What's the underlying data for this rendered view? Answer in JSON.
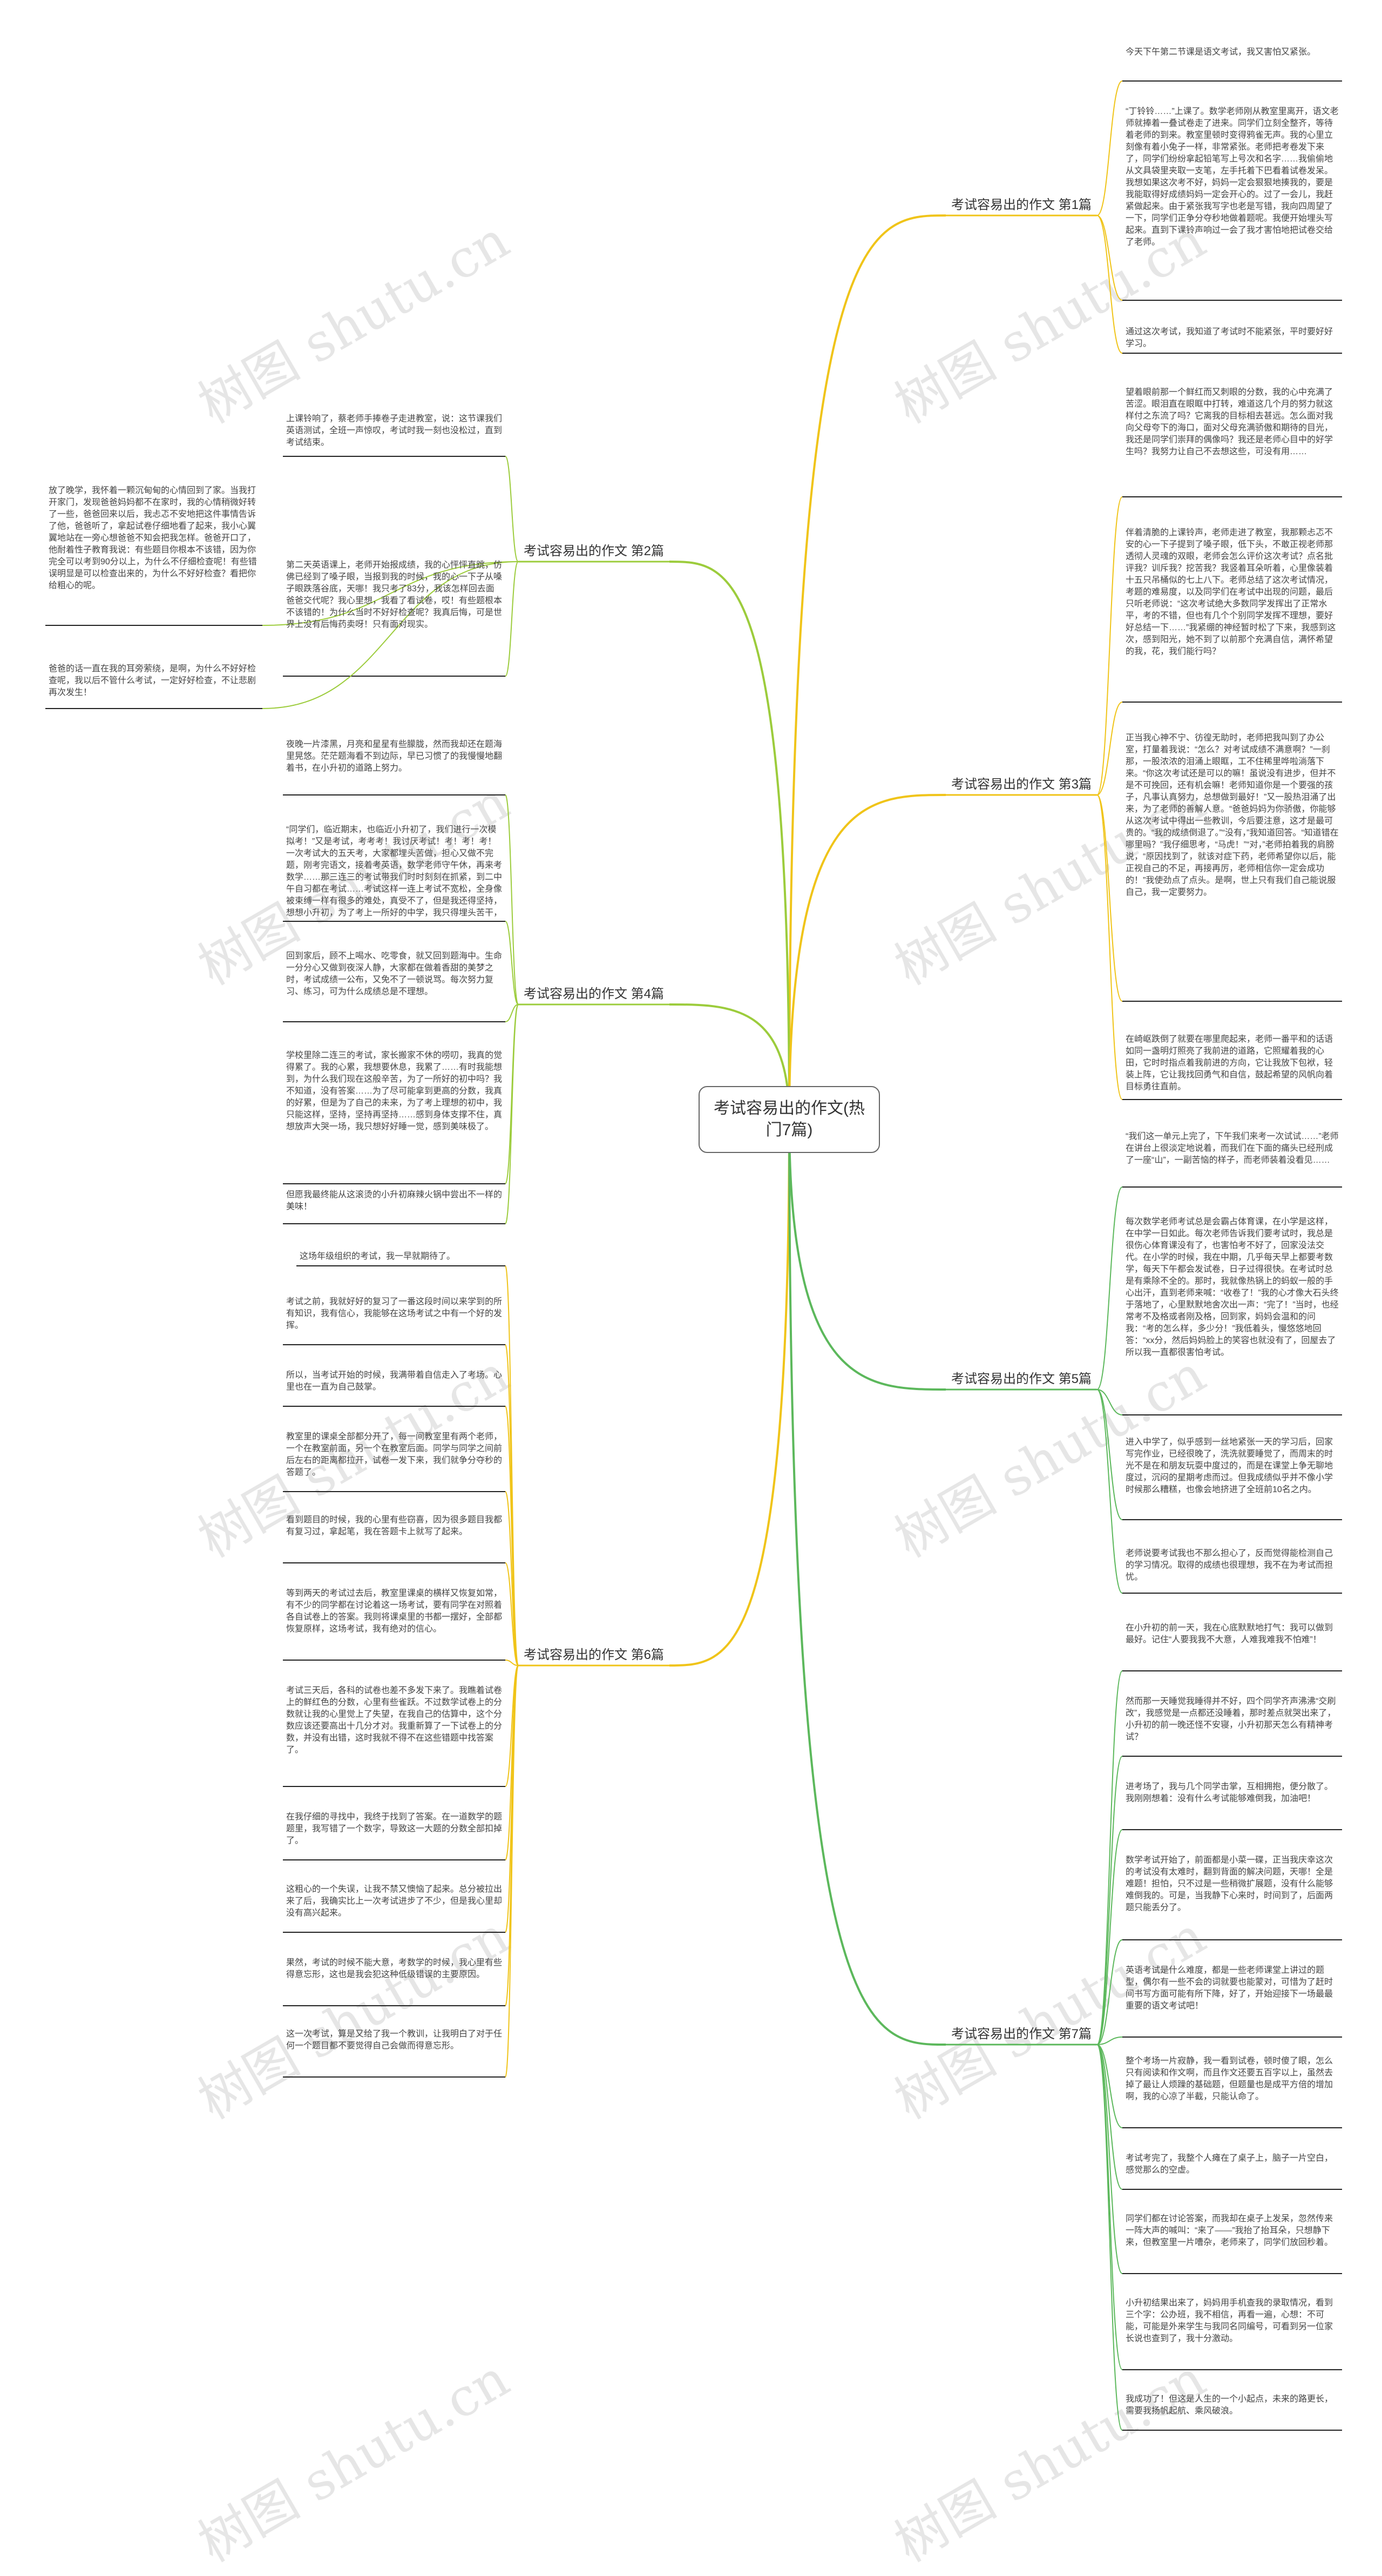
{
  "watermark": "树图 shutu.cn",
  "colors": {
    "line": "#222222",
    "branch_1": "#f0c419",
    "branch_2": "#9ccc3c",
    "branch_3": "#f0c419",
    "branch_4": "#9ccc3c",
    "branch_5": "#5cb85c",
    "branch_6": "#f0c419",
    "branch_7": "#5cb85c"
  },
  "root": {
    "title": "考试容易出的作文(热门7篇)"
  },
  "branches": [
    {
      "id": "b1",
      "label": "考试容易出的作文 第1篇"
    },
    {
      "id": "b2",
      "label": "考试容易出的作文 第2篇"
    },
    {
      "id": "b3",
      "label": "考试容易出的作文 第3篇"
    },
    {
      "id": "b4",
      "label": "考试容易出的作文 第4篇"
    },
    {
      "id": "b5",
      "label": "考试容易出的作文 第5篇"
    },
    {
      "id": "b6",
      "label": "考试容易出的作文 第6篇"
    },
    {
      "id": "b7",
      "label": "考试容易出的作文 第7篇"
    }
  ],
  "leaves": {
    "b1_0": "今天下午第二节课是语文考试，我又害怕又紧张。",
    "b1_1": "“丁铃铃……”上课了。数学老师刚从教室里离开，语文老师就捧着一叠试卷走了进来。同学们立刻全整齐，等待着老师的到来。教室里顿时变得鸦雀无声。我的心里立刻像有着小兔子一样，非常紧张。老师把考卷发下来了，同学们纷纷拿起铅笔写上号次和名字……我偷偷地从文具袋里夹取一支笔，左手托着下巴看着试卷发呆。我想如果这次考不好，妈妈一定会狠狠地揍我的，要是我能取得好成绩妈妈一定会开心的。过了一会儿，我赶紧做起来。由于紧张我写字也老是写错，我向四周望了一下，同学们正争分夺秒地做着题呢。我便开始埋头写起来。直到下课铃声响过一会了我才害怕地把试卷交给了老师。",
    "b1_2": "通过这次考试，我知道了考试时不能紧张，平时要好好学习。",
    "b2_0": "上课铃响了，蔡老师手捧卷子走进教室，说：这节课我们英语测试，全班一声惊叹，考试时我一刻也没松过，直到考试结束。",
    "b2_1": "第二天英语课上，老师开始报成绩，我的心怦怦直跳，仿佛已经到了嗓子眼，当报到我的时候，我的心一下子从嗓子眼跌落谷底，天哪！我只考了83分，我该怎样回去面爸爸交代呢？我心里想，我看了看试卷，哎！有些题根本不该错的！为什么当时不好好检查呢？我真后悔，可是世界上没有后悔药卖呀！只有面对现实。",
    "b2_2": "放了晚学，我怀着一颗沉甸甸的心情回到了家。当我打开家门，发现爸爸妈妈都不在家时，我的心情稍微好转了一些，爸爸回来以后，我忐忑不安地把这件事情告诉了他，爸爸听了，拿起试卷仔细地看了起来，我小心翼翼地站在一旁心想爸爸不知会把我怎样。爸爸开口了，他耐着性子教育我说：有些题目你根本不该错，因为你完全可以考到90分以上，为什么不仔细检查呢！有些错误明显是可以检查出来的，为什么不好好检查？看把你给粗心的呢。",
    "b2_3": "爸爸的话一直在我的耳旁萦绕，是啊，为什么不好好检查呢，我以后不管什么考试，一定好好检查，不让悲剧再次发生！",
    "b3_0": "望着眼前那一个鲜红而又刺眼的分数，我的心中充满了苦涩。眼泪直在眼眶中打转，难道这几个月的努力就这样付之东流了吗？它离我的目标相去甚远。怎么面对我向父母夸下的海口，面对父母充满骄傲和期待的目光，我还是同学们崇拜的偶像吗？我还是老师心目中的好学生吗？我努力让自己不去想这些，可没有用……",
    "b3_1": "伴着清脆的上课铃声，老师走进了教室，我那颗忐忑不安的心一下子提到了嗓子眼，低下头，不敢正视老师那透彻人灵魂的双眼，老师会怎么评价这次考试？点名批评我？训斥我？挖苦我？我竖着耳朵听着，心里像装着十五只吊桶似的七上八下。老师总结了这次考试情况，考题的难易度，以及同学们在考试中出现的问题，最后只听老师说：“这次考试绝大多数同学发挥出了正常水平，考的不错，但也有几个个别同学发挥不理想，要好好总结一下……”我紧绷的神经暂时松了下来，我感到这次，感到阳光，她不到了以前那个充满自信，满怀希望的我，花，我们能行吗？",
    "b3_2": "正当我心神不宁、彷徨无助时，老师把我叫到了办公室，打量着我说：“怎么？对考试成绩不满意啊？”一刹那，一股浓浓的泪涌上眼眶，工不住稀里哗啦淌落下来。“你这次考试还是可以的嘛！虽说没有进步，但并不是不可挽回，还有机会嘛！老师知道你是一个要强的孩子，凡事认真努力，总想做到最好！”又一股热泪涌了出来，为了老师的善解人意。“爸爸妈妈为你骄傲，你能够从这次考试中得出一些教训，今后要注意，这才是最可贵的。“我的成绩倒退了。”“没有，”我知道回答。“知道错在哪里吗？”我仔细思考，“马虎！”“对，”老师拍着我的肩膀说，“原因找到了，就该对症下药，老师希望你以后，能正视自己的不足，再接再厉，老师相信你一定会成功的！”我使劲点了点头。是啊，世上只有我们自己能说服自己，我一定要努力。",
    "b3_3": "在崎岖跌倒了就要在哪里爬起来，老师一番平和的话语如同一盏明灯照亮了我前进的道路，它照耀着我的心田，它时时指点着我前进的方向，它让我放下包袱，轻装上阵，它让我找回勇气和自信，鼓起希望的风帆向着目标勇往直前。",
    "b4_0": "夜晚一片漆黑，月亮和星星有些朦胧，然而我却还在题海里晃悠。茫茫题海看不到边际，早已习惯了的我慢慢地翻着书，在小升初的道路上努力。",
    "b4_1": "“同学们，临近期末，也临近小升初了，我们进行一次模拟考！”又是考试，考考考！我讨厌考试！考！考！考！一次考试大的五天考，大家都埋头苦做，担心又做不完题，刚考完语文，接着考英语，数学老师守午休，再来考数学……那三连三的考试带我们时时刻刻在抓紧，到二中午自习都在考试……考试这样一连上考试不宽松，全身像被束缚一样有很多的难处，真受不了，但是我还得坚持，想想小升初，为了考上一所好的中学，我只得埋头苦干，人一旦定了目标，就得为目标努力了，我一定要加油！",
    "b4_2": "回到家后，顾不上喝水、吃零食，就又回到题海中。生命一分分心又做到夜深人静，大家都在做着香甜的美梦之时，考试成绩一公布，又免不了一顿说骂。每次努力复习、练习，可为什么成绩总是不理想。",
    "b4_3": "学校里除二连三的考试，家长搬家不休的唠叨，我真的觉得累了。我的心累，我想要休息，我累了……有时我能想到，为什么我们现在这般辛苦，为了一所好的初中吗？我不知道，没有答案……为了尽可能拿到更高的分数，我真的好累，但是为了自己的未来，为了考上理想的初中，我只能这样，坚持，坚持再坚持……感到身体支撑不住，真想放声大哭一场，我只想好好睡一觉，感到美味极了。",
    "b4_4": "但愿我最终能从这滚烫的小升初麻辣火锅中尝出不一样的美味！",
    "b5_0": "“我们这一单元上完了，下午我们来考一次试试……”老师在讲台上很淡定地说着，而我们在下面的痛头已经刑成了一座“山”，一副苦恼的样子，而老师装着没看见……",
    "b5_1": "每次数学老师考试总是会霸占体育课，在小学是这样，在中学一日如此。每次老师告诉我们要考试时，我总是很伤心体育课没有了，也害怕考不好了，回家没法交代。在小学的时候，我在中期，几乎每天早上都要考数学，每天下午都会发试卷，日子过得很快。在考试时总是有乘除不全的。那时，我就像热锅上的蚂蚁一般的手心出汗，直到老师来喊：“收卷了！”我的心才像大石头终于落地了，心里默默地舍次出一声：“完了！”当时，也经常考不及格或者刚及格，回到家，妈妈会温和的问我：“考的怎么样，多少分！”我低着头，慢悠悠地回答：“xx分，然后妈妈脸上的笑容也就没有了，回屋去了所以我一直都很害怕考试。",
    "b5_2": "进入中学了，似乎感到一丝地紧张一天的学习后，回家写完作业，已经很晚了，洗洗就要睡觉了，而周末的时光不是在和朋友玩耍中度过的，而是在课堂上争无聊地度过，沉闷的星期考虑而过。但我成绩似乎并不像小学时候那么糟糕，也像会地挤进了全班前10名之内。",
    "b5_3": "老师说要考试我也不那么担心了，反而觉得能检测自己的学习情况。取得的成绩也很理想，我不在为考试而担忧。",
    "b6_0": "这场年级组织的考试，我一早就期待了。",
    "b6_1": "考试之前，我就好好的复习了一番这段时间以来学到的所有知识，我有信心，我能够在这场考试之中有一个好的发挥。",
    "b6_2": "所以，当考试开始的时候，我满带着自信走入了考场。心里也在一直为自己鼓掌。",
    "b6_3": "教室里的课桌全部都分开了，每一间教室里有两个老师，一个在教室前面，另一个在教室后面。同学与同学之间前后左右的距离都拉开，试卷一发下来，我们就争分夺秒的答题了。",
    "b6_4": "看到题目的时候，我的心里有些窃喜，因为很多题目我都有复习过，拿起笔，我在答题卡上就写了起来。",
    "b6_5": "等到两天的考试过去后，教室里课桌的横样又恢复如常，有不少的同学都在讨论着这一场考试，要有同学在对照着各自试卷上的答案。我则将课桌里的书都一摆好，全部都恢复原样，这场考试，我有绝对的信心。",
    "b6_6": "考试三天后，各科的试卷也差不多发下来了。我瞧着试卷上的鲜红色的分数，心里有些雀跃。不过数学试卷上的分数就让我的心里觉上了失望，在我自己的估算中，这个分数应该还要高出十几分才对。我重新算了一下试卷上的分数，并没有出错，这时我就不得不在这些错题中找答案了。",
    "b6_7": "在我仔细的寻找中，我终于找到了答案。在一道数学的题题里，我写错了一个数字，导致这一大题的分数全部扣掉了。",
    "b6_8": "这粗心的一个失误，让我不禁又懊恼了起来。总分被拉出来了后，我确实比上一次考试进步了不少，但是我心里却没有高兴起来。",
    "b6_9": "果然，考试的时候不能大意，考数学的时候，我心里有些得意忘形，这也是我会犯这种低级错误的主要原因。",
    "b6_10": "这一次考试，算是又给了我一个教训，让我明白了对于任何一个题目都不要觉得自己会做而得意忘形。",
    "b7_0": "在小升初的前一天，我在心底默默地打气：我可以做到最好。记住“人要我我不大意，人难我难我不怕难”！",
    "b7_1": "然而那一天睡觉我睡得并不好，四个同学齐声沸沸“交刷改”，我感觉是一点都还没睡着，那时差点就哭出来了，小升初的前一晚还怪不安寝，小升初那天怎么有精神考试？",
    "b7_2": "进考场了，我与几个同学击掌，互相拥抱，便分散了。我刚刚想着：没有什么考试能够难倒我，加油吧！",
    "b7_3": "数学考试开始了，前面都是小菜一碟，正当我庆幸这次的考试没有太难时，翻到背面的解决问题，天哪！全是难题！担怕，只不过是一些稍微扩展题，没有什么能够难倒我的。可是，当我静下心来时，时间到了，后面两题只能丢分了。",
    "b7_4": "英语考试是什么难度，都是一些老师课堂上讲过的题型，偶尔有一些不会的词就要也能蒙对，可惜为了赶时间书写方面可能有所下降，好了，开始迎接下一场最最重要的语文考试吧！",
    "b7_5": "整个考场一片寂静，我一看到试卷，顿时傻了眼，怎么只有阅读和作文啊，而且作文还要五百字以上，虽然去掉了最让人烦躁的基础题，但题量也是成平方倍的增加啊，我的心凉了半截，只能认命了。",
    "b7_6": "考试考完了，我整个人瘫在了桌子上，脑子一片空白，感觉那么的空虚。",
    "b7_7": "同学们都在讨论答案，而我却在桌子上发呆，忽然传来一阵大声的喊叫：“来了——”我抬了抬耳朵，只想静下来，但教室里一片嘈杂，老师来了，同学们放回秒着。",
    "b7_8": "小升初结果出来了，妈妈用手机查我的录取情况，看到三个字：公办班，我不相信，再看一遍，心想：不可能，可能是外来学生与我同名同编号，可看到另一位家长说也查到了，我十分激动。",
    "b7_9": "我成功了！但这是人生的一个小起点，未来的路更长，需要我扬帆起航、乘风破浪。"
  }
}
